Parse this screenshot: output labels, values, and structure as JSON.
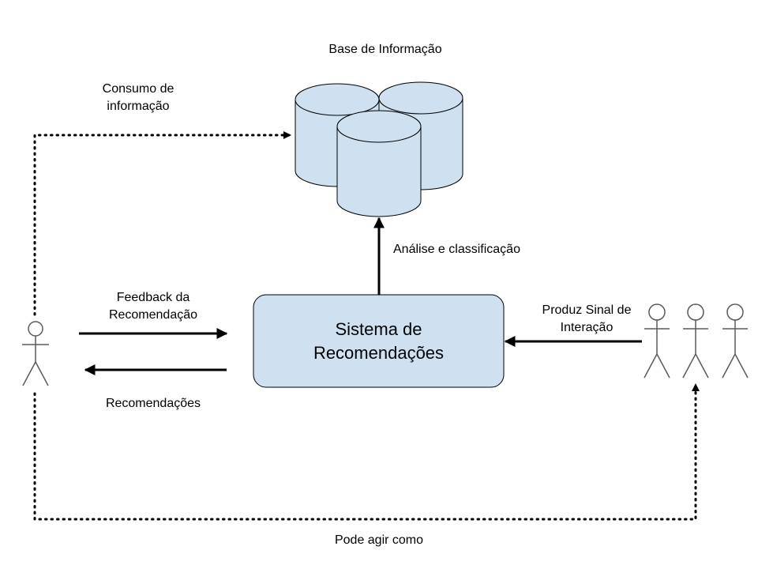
{
  "diagram": {
    "nodes": {
      "database": {
        "label": "Base de Informação"
      },
      "system": {
        "line1": "Sistema de",
        "line2": "Recomendações"
      }
    },
    "edges": {
      "consumption": {
        "line1": "Consumo de",
        "line2": "informação"
      },
      "analysis": {
        "label": "Análise e classificação"
      },
      "feedback": {
        "line1": "Feedback da",
        "line2": "Recomendação"
      },
      "recommendations": {
        "label": "Recomendações"
      },
      "signal": {
        "line1": "Produz Sinal de",
        "line2": "Interação"
      },
      "can_act_as": {
        "label": "Pode agir como"
      }
    },
    "colors": {
      "node_fill": "#cfe0f1",
      "stroke": "#000000",
      "actor_stroke": "#5a5a5a"
    }
  }
}
